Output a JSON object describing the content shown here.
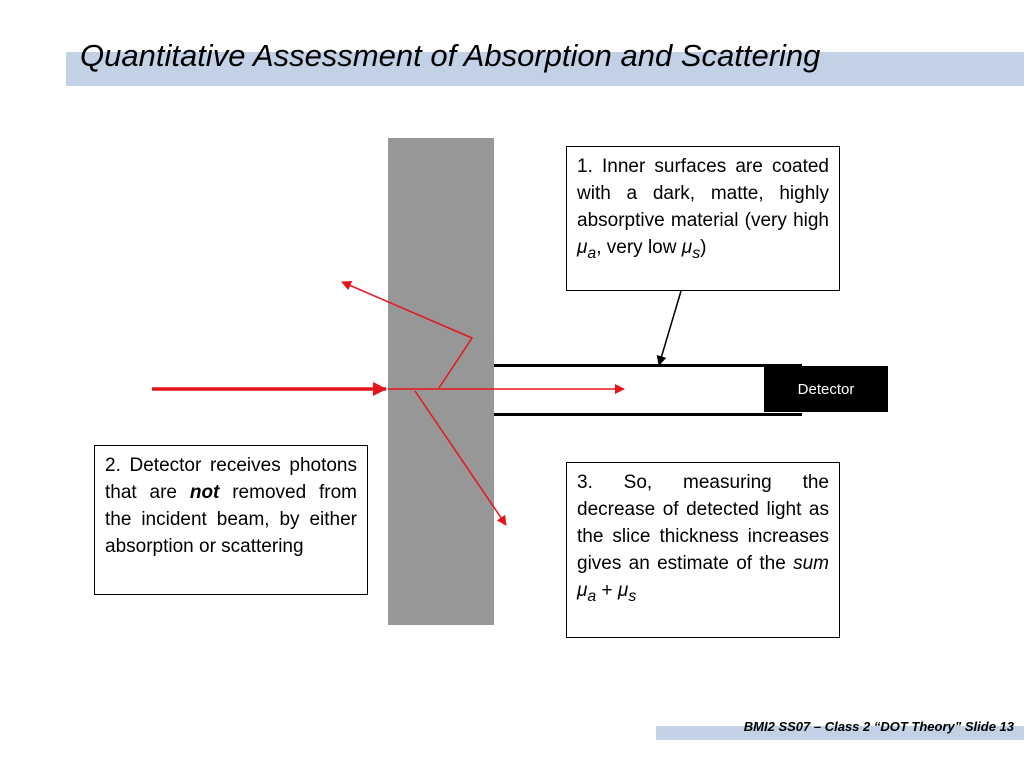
{
  "title": "Quantitative Assessment of Absorption and Scattering",
  "detector_label": "Detector",
  "note1": {
    "text_a": "1. Inner surfaces are coated with a dark, matte, highly absorptive material (very high ",
    "mu": "μ",
    "sub_a": "a",
    "text_b": ", very low ",
    "sub_s": "s",
    "text_c": ")"
  },
  "note2": {
    "text_a": "2. Detector receives photons that are ",
    "emph": "not",
    "text_b": " removed from the incident beam, by either absorption or scattering"
  },
  "note3": {
    "text_a": "3. So, measuring the decrease of detected light as the slice thickness increases gives an estimate of the ",
    "emph": "sum",
    "mu": "μ",
    "sub_a": "a",
    "plus": " + ",
    "sub_s": "s"
  },
  "footer": "BMI2 SS07 – Class 2 “DOT Theory” Slide 13",
  "colors": {
    "beam": "#e8141b",
    "slab": "#979797",
    "title_bar": "#c3d1e6"
  }
}
